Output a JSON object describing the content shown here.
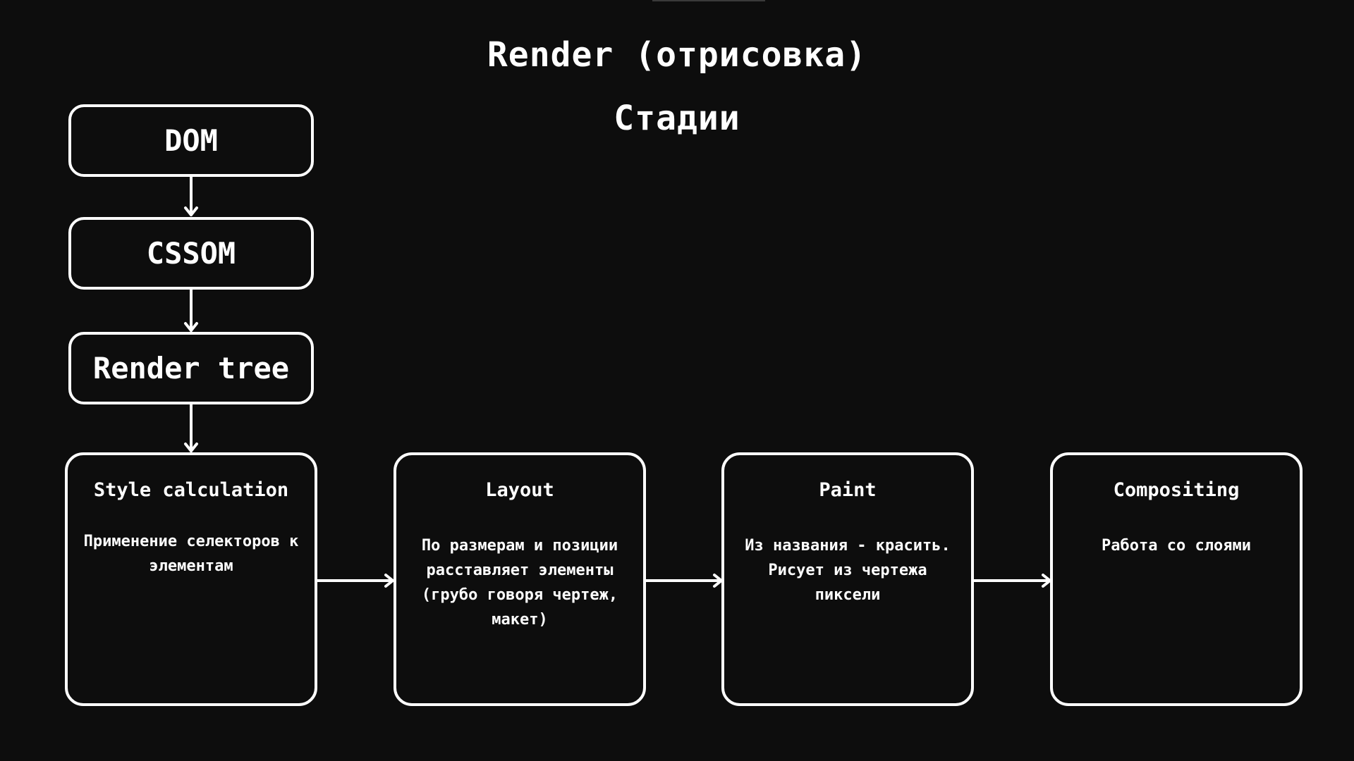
{
  "title": "Render (отрисовка)",
  "subtitle": "Стадии",
  "pipeline": {
    "dom": "DOM",
    "cssom": "CSSOM",
    "render_tree": "Render tree"
  },
  "stages": [
    {
      "title": "Style calculation",
      "description": "Применение селекторов к элементам"
    },
    {
      "title": "Layout",
      "description": "По размерам и позиции расставляет элементы (грубо говоря чертеж, макет)"
    },
    {
      "title": "Paint",
      "description": "Из названия - красить. Рисует из чертежа пиксели"
    },
    {
      "title": "Compositing",
      "description": "Работа со слоями"
    }
  ],
  "colors": {
    "background": "#0d0d0d",
    "foreground": "#ffffff"
  }
}
